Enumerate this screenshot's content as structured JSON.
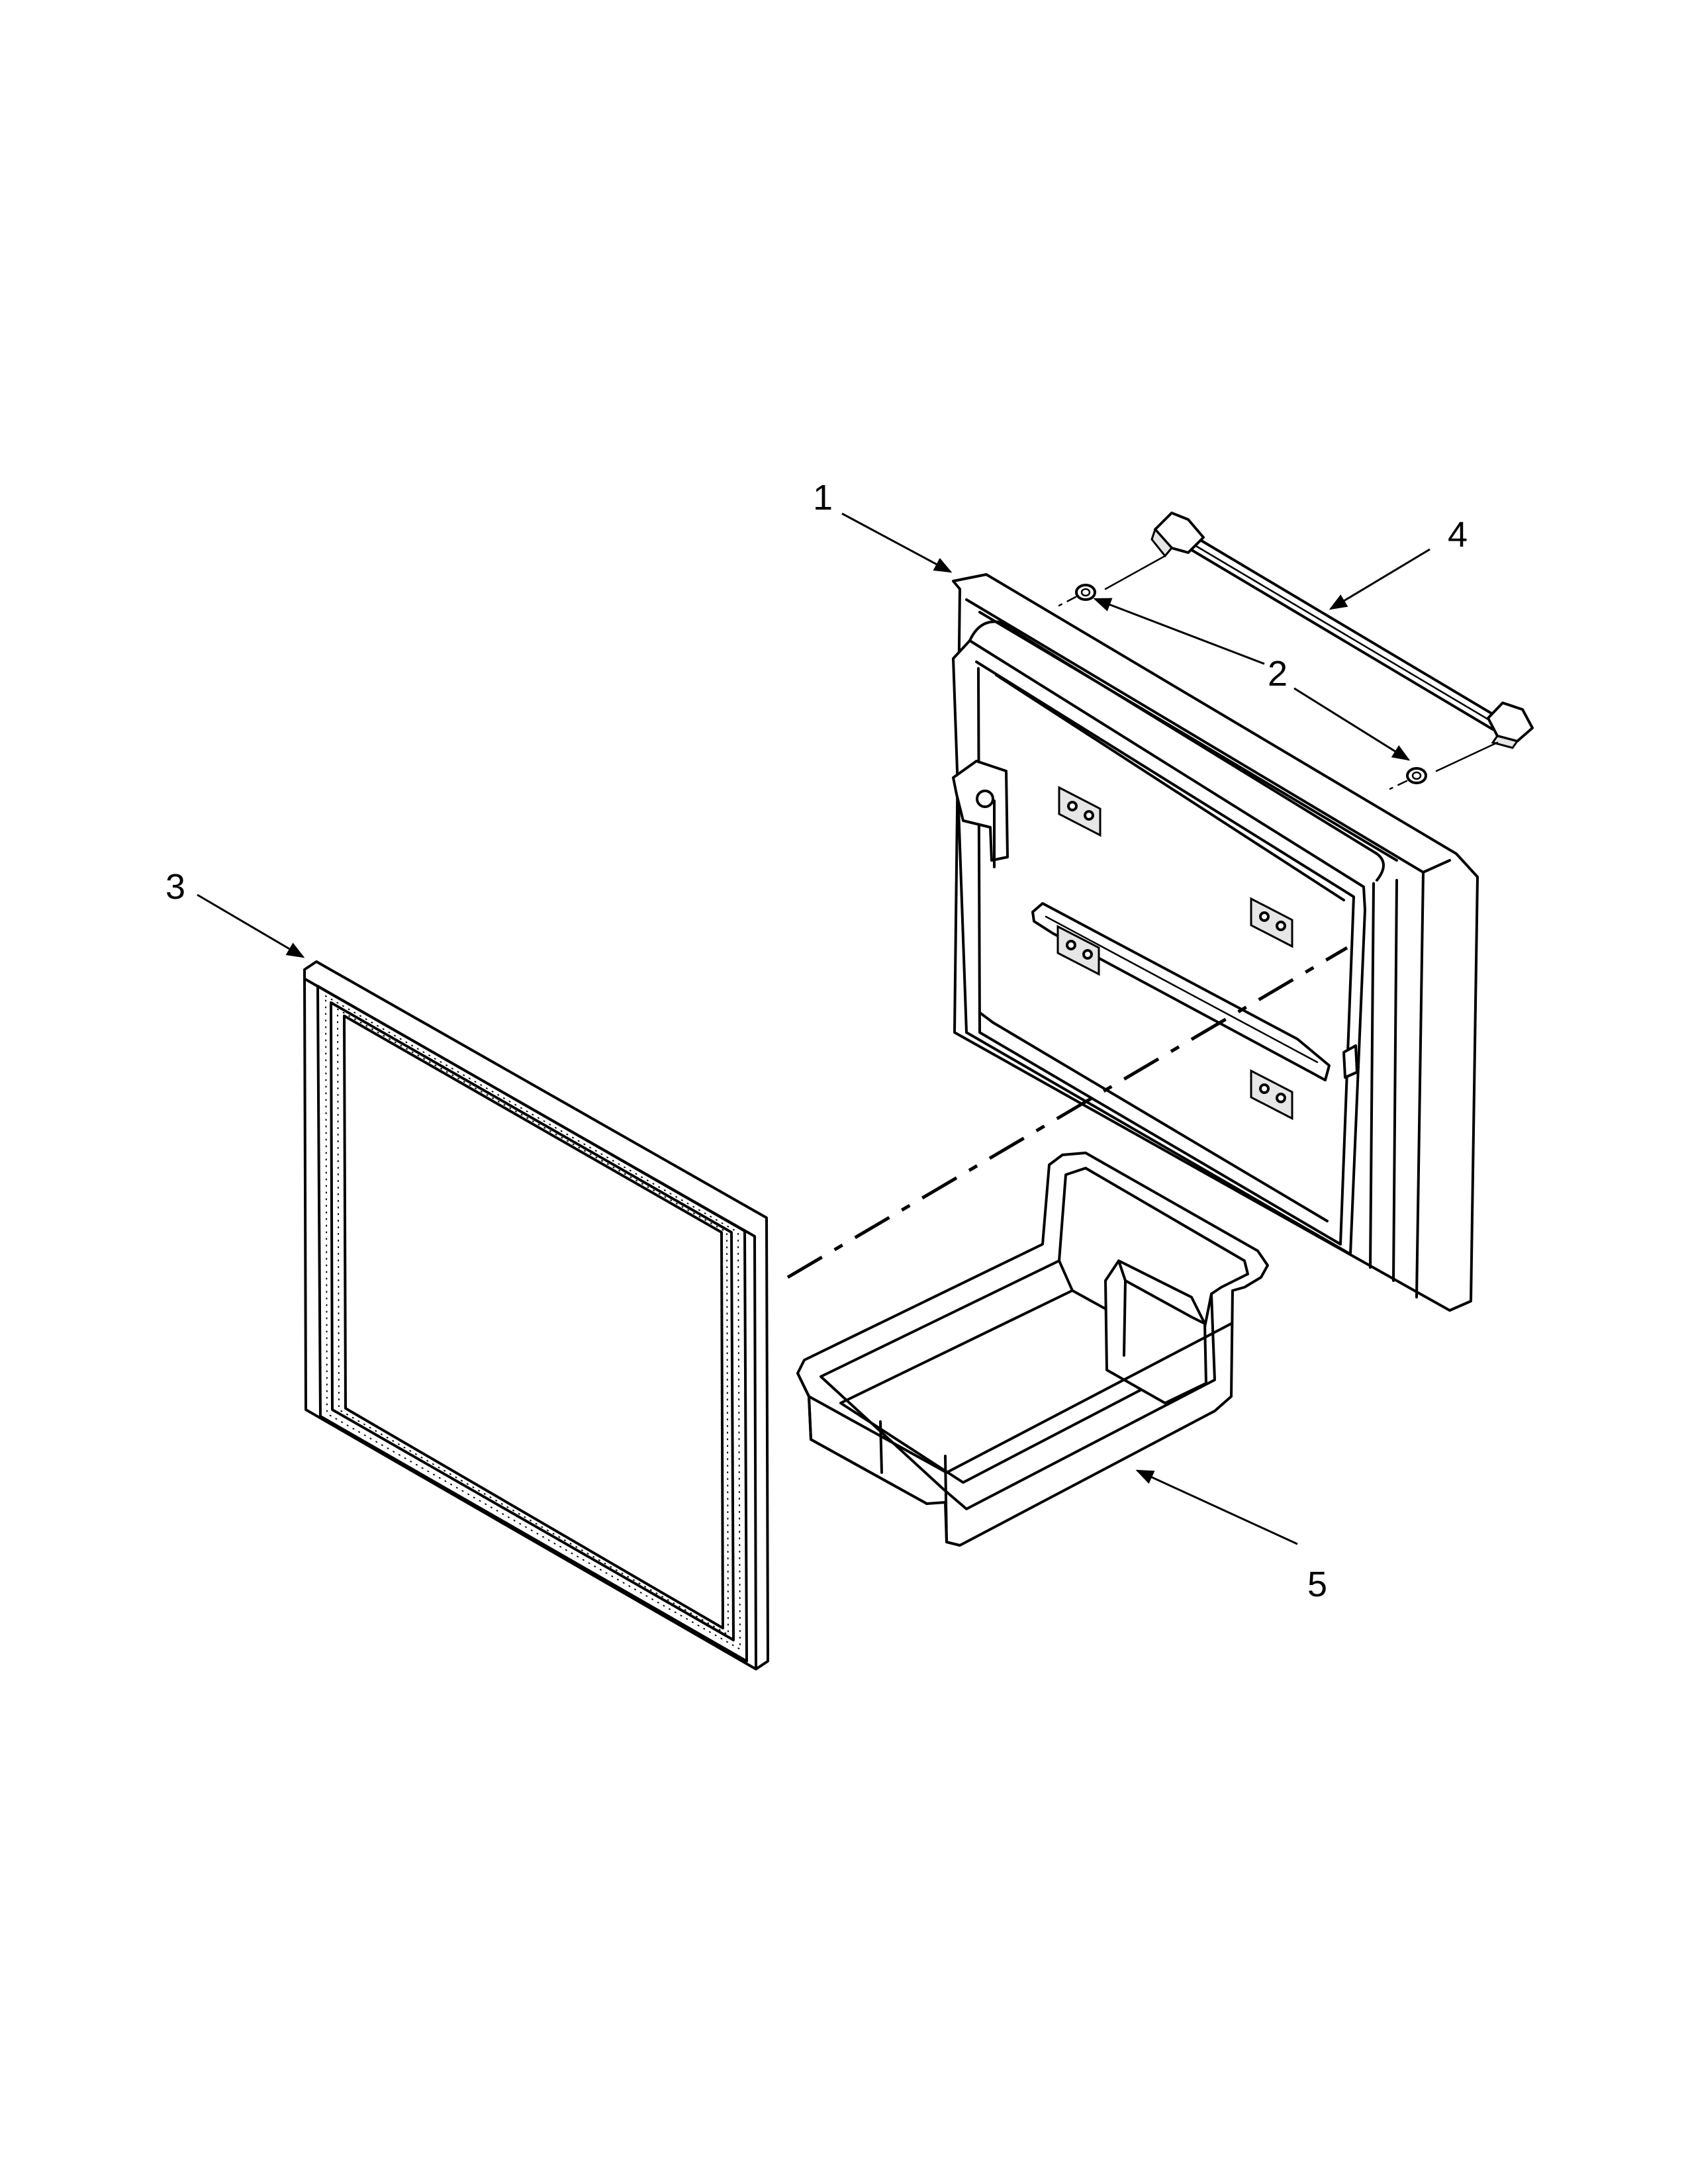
{
  "callouts": [
    {
      "id": "1",
      "label": "1",
      "part": "door"
    },
    {
      "id": "2",
      "label": "2",
      "part": "washer"
    },
    {
      "id": "3",
      "label": "3",
      "part": "gasket"
    },
    {
      "id": "4",
      "label": "4",
      "part": "handle"
    },
    {
      "id": "5",
      "label": "5",
      "part": "bin"
    }
  ]
}
